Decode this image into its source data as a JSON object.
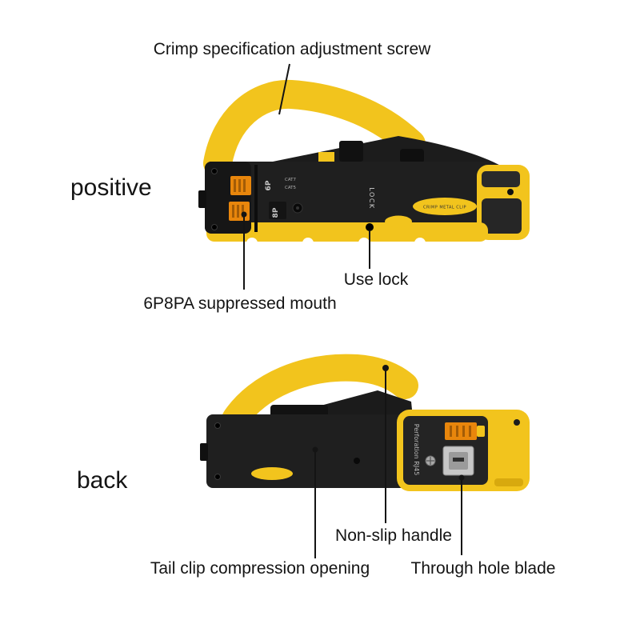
{
  "colors": {
    "yellow": "#f2c41d",
    "yellow_dark": "#d8a90e",
    "orange": "#e8860c",
    "body_black": "#1f1f1f",
    "jaw_black": "#161616",
    "metal": "#c7c7c7",
    "callout_line": "#141414"
  },
  "annotations": {
    "crimp_screw": "Crimp specification adjustment screw",
    "positive": "positive",
    "suppressed_mouth": "6P8PA suppressed mouth",
    "use_lock": "Use lock",
    "back": "back",
    "non_slip_handle": "Non-slip handle",
    "tail_clip": "Tail clip compression opening",
    "through_hole_blade": "Through hole blade"
  },
  "tool_markings": {
    "front": {
      "port_6p": "6P",
      "cat7": "CAT7",
      "cat5": "CAT5",
      "port_8p": "8P",
      "lock": "LOCK",
      "crimp_metal_clip": "CRIMP METAL CLIP"
    },
    "back": {
      "perforation": "Perforation RJ45"
    }
  }
}
